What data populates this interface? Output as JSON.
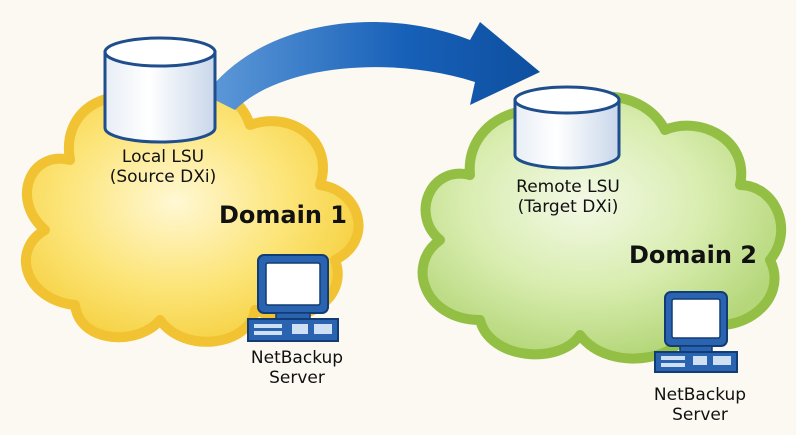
{
  "diagram": {
    "source": {
      "line1": "Local LSU",
      "line2": "(Source DXi)",
      "domain": "Domain 1",
      "server_line1": "NetBackup",
      "server_line2": "Server"
    },
    "target": {
      "line1": "Remote LSU",
      "line2": "(Target DXi)",
      "domain": "Domain 2",
      "server_line1": "NetBackup",
      "server_line2": "Server"
    },
    "colors": {
      "background": "#fcf9f2",
      "cloud1_fill": "#fce57a",
      "cloud1_edge": "#f1c232",
      "cloud2_fill": "#d9edb0",
      "cloud2_edge": "#94bf45",
      "arrow": "#1760b8",
      "drum_outline": "#1f4e8c",
      "drum_fill": "#ffffff",
      "computer_blue": "#2a63b0"
    },
    "icons": [
      "cloud",
      "database-drum",
      "computer",
      "arrow"
    ]
  }
}
